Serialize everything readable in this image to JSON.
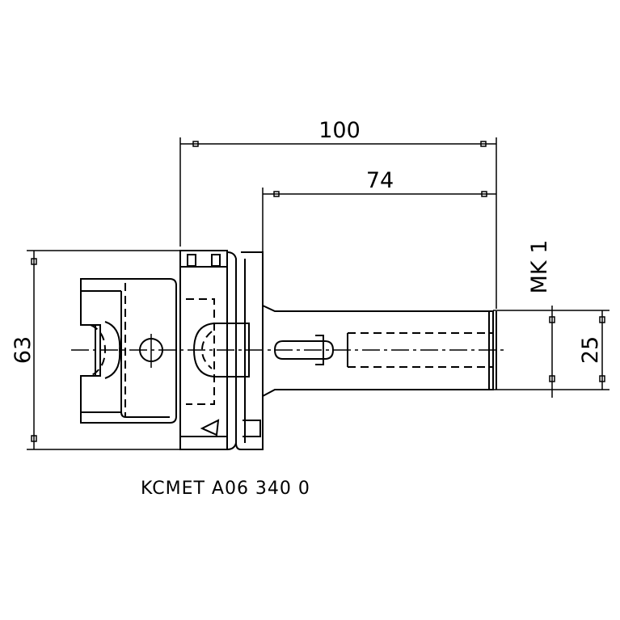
{
  "dimensions": {
    "overall_length": "100",
    "gauge_length": "74",
    "flange_diameter": "63",
    "shank_diameter": "25",
    "taper": "MK 1"
  },
  "part_number": "KCMET A06 340 0"
}
